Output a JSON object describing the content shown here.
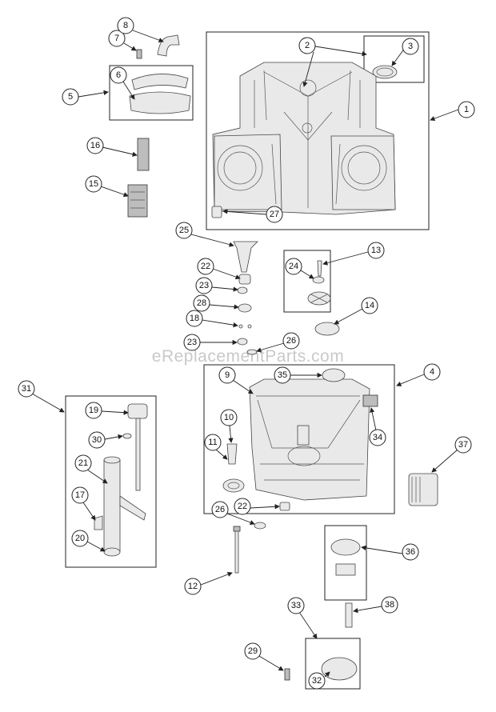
{
  "diagram": {
    "watermark": "eReplacementParts.com",
    "callouts": [
      "1",
      "2",
      "3",
      "4",
      "5",
      "6",
      "7",
      "8",
      "9",
      "10",
      "11",
      "12",
      "13",
      "14",
      "15",
      "16",
      "17",
      "18",
      "19",
      "20",
      "21",
      "22",
      "22",
      "23",
      "23",
      "24",
      "25",
      "26",
      "26",
      "27",
      "28",
      "29",
      "30",
      "31",
      "32",
      "33",
      "34",
      "35",
      "36",
      "37",
      "38"
    ],
    "colors": {
      "line": "#222222",
      "part_fill": "#e9e9e9",
      "watermark": "#c9c9c9"
    }
  }
}
